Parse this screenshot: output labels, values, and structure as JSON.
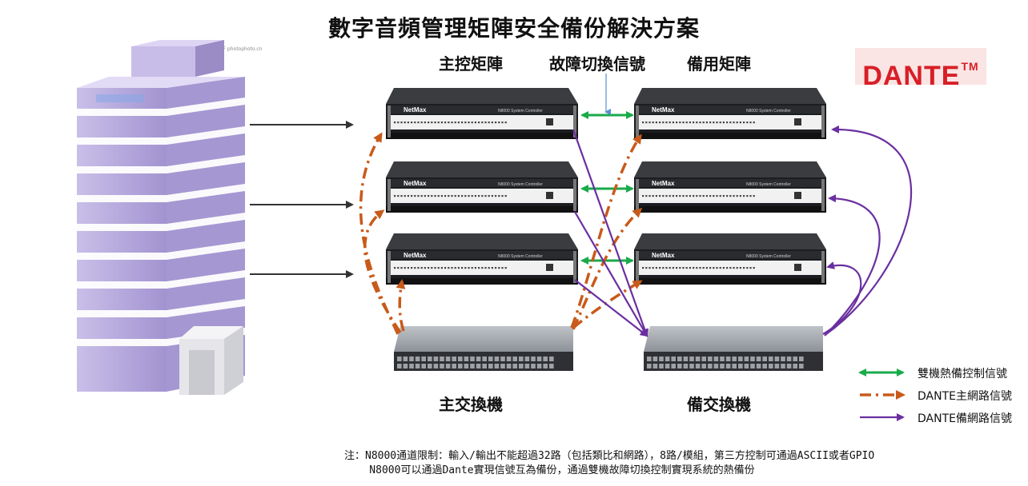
{
  "title": "數字音頻管理矩陣安全備份解決方案",
  "labels": {
    "primary_matrix": "主控矩陣",
    "fault_signal": "故障切換信號",
    "backup_matrix": "備用矩陣",
    "primary_switch": "主交換機",
    "backup_switch": "備交換機"
  },
  "logo": {
    "text": "DANTE",
    "tm": "TM"
  },
  "watermark": "图行天下 photophoto.cn",
  "device": {
    "brand": "NetMax",
    "model": "N8000 System Controller"
  },
  "legend": [
    {
      "label": "雙機熱備控制信號",
      "color": "#1aaa4a",
      "style": "solid"
    },
    {
      "label": "DANTE主網路信號",
      "color": "#c85a1a",
      "style": "dash-dot"
    },
    {
      "label": "DANTE備網路信號",
      "color": "#6a2fa0",
      "style": "solid"
    }
  ],
  "note": {
    "line1": "注：N8000通道限制：輸入/輸出不能超過32路（包括類比和網路），8路/模組，第三方控制可通過ASCII或者GPIO",
    "line2": "    N8000可以通過Dante實現信號互為備份，通過雙機故障切換控制實現系統的熱備份"
  },
  "colors": {
    "green": "#1aaa4a",
    "orange": "#c85a1a",
    "purple": "#6a2fa0",
    "building": "#b5a8dc"
  }
}
